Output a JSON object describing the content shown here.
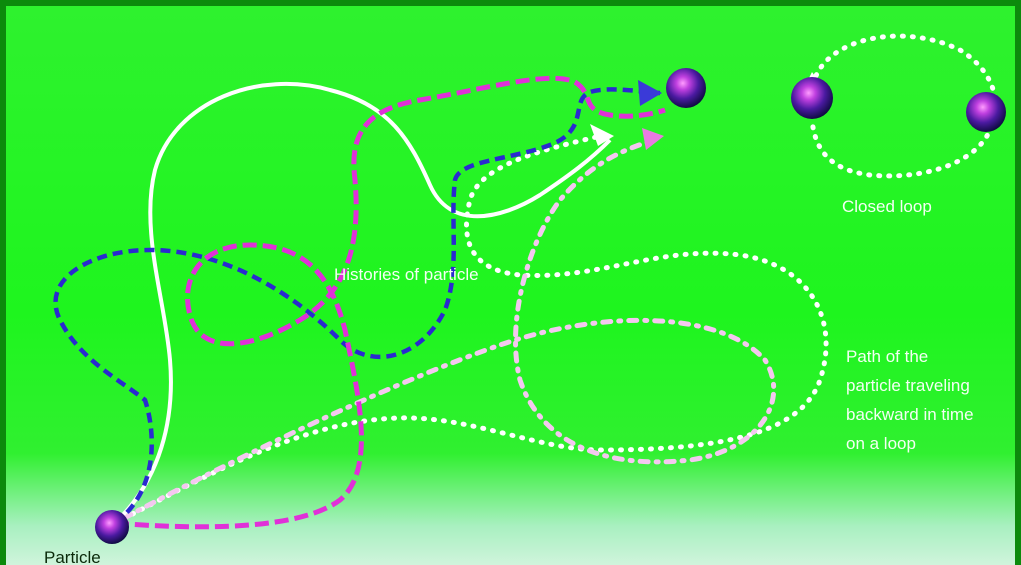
{
  "diagram": {
    "labels": {
      "histories": "Histories of particle",
      "closed_loop": "Closed loop",
      "backward_path": [
        "Path of the",
        "particle traveling",
        "backward in time",
        "on a loop"
      ],
      "particle": "Particle"
    },
    "colors": {
      "border": "#0c8a0c",
      "background": "#22f522",
      "bottom_fade": "#c8f0d0",
      "path_white": "#ffffff",
      "path_blue": "#2a2ad0",
      "path_magenta": "#e030d8",
      "sphere_light": "#ff80ff",
      "sphere_mid": "#7a30c8",
      "sphere_dark": "#0a0a40"
    },
    "icons": [
      "particle-sphere",
      "arrowhead"
    ]
  }
}
